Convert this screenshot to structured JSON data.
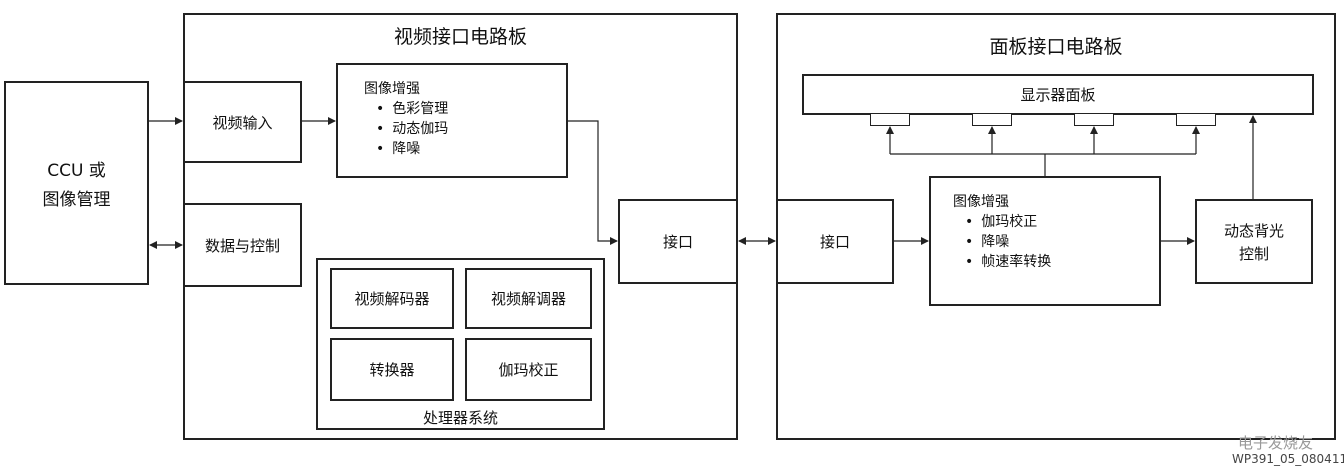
{
  "ccu_box": {
    "line1": "CCU 或",
    "line2": "图像管理"
  },
  "video_board": {
    "title": "视频接口电路板",
    "video_input": "视频输入",
    "data_control": "数据与控制",
    "enhance": {
      "title": "图像增强",
      "items": [
        "色彩管理",
        "动态伽玛",
        "降噪"
      ]
    },
    "interface": "接口",
    "processor": {
      "title": "处理器系统",
      "cells": [
        "视频解码器",
        "视频解调器",
        "转换器",
        "伽玛校正"
      ]
    }
  },
  "panel_board": {
    "title": "面板接口电路板",
    "display_panel": "显示器面板",
    "interface": "接口",
    "enhance": {
      "title": "图像增强",
      "items": [
        "伽玛校正",
        "降噪",
        "帧速率转换"
      ]
    },
    "backlight": {
      "line1": "动态背光",
      "line2": "控制"
    }
  },
  "footer": {
    "figure_id": "WP391_05_080411",
    "watermark": "电子发烧友"
  }
}
